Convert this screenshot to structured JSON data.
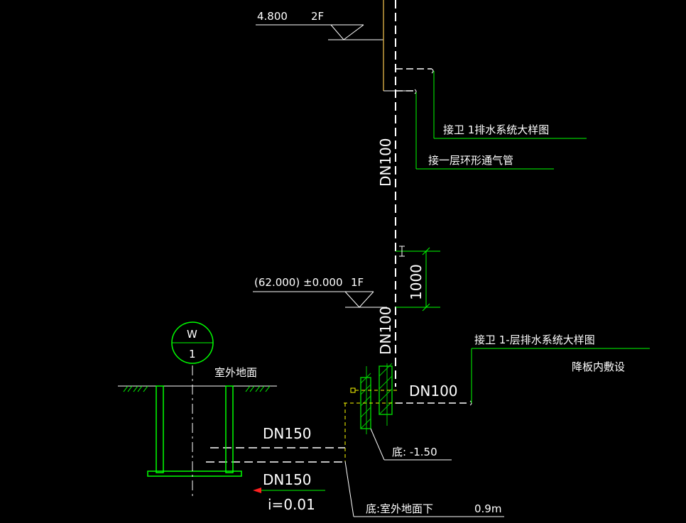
{
  "drawing": {
    "levels": {
      "level_2f_elev": "4.800",
      "level_2f_name": "2F",
      "level_1f_abs": "(62.000)",
      "level_1f_rel": "±0.000",
      "level_1f_name": "1F"
    },
    "pipe_labels": {
      "riser_upper": "DN100",
      "riser_lower": "DN100",
      "branch": "DN100",
      "outlet_upper": "DN150",
      "outlet_lower": "DN150",
      "slope": "i=0.01"
    },
    "dimension": {
      "height": "1000"
    },
    "notes": {
      "connect_toilet_1": "接卫  1排水系统大样图",
      "connect_vent": "接一层环形通气管",
      "connect_toilet_1f": "接卫  1-层排水系统大样图",
      "sunken_slab": "降板内敷设",
      "bottom_elev": "底:   -1.50",
      "bottom_outdoor_prefix": "底:室外地面下",
      "bottom_outdoor_depth": "0.9m",
      "outdoor_ground": "室外地面"
    },
    "inspection_well": {
      "top": "W",
      "bottom": "1"
    },
    "colors": {
      "background": "#000000",
      "pipe": "#ffffff",
      "leader": "#00ff00",
      "yellow": "#ffff00",
      "green_hatch": "#00c800"
    }
  }
}
